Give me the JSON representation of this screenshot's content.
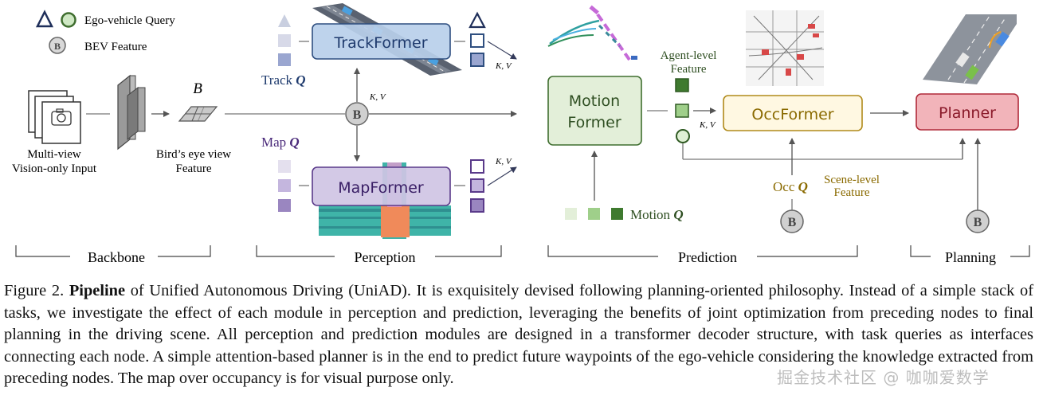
{
  "legend": {
    "ego_query": "Ego-vehicle Query",
    "bev_feature": "BEV Feature"
  },
  "backbone": {
    "input_label_1": "Multi-view",
    "input_label_2": "Vision-only Input",
    "bev_symbol": "B",
    "bev_label_1": "Bird’s eye view",
    "bev_label_2": "Feature"
  },
  "perception": {
    "track_former": "TrackFormer",
    "track_query": "Track",
    "map_former": "MapFormer",
    "map_query": "Map",
    "query_symbol": "Q",
    "kv": "K, V",
    "bev_node": "B"
  },
  "prediction": {
    "motion_former_1": "Motion",
    "motion_former_2": "Former",
    "motion_query": "Motion",
    "agent_level_1": "Agent-level",
    "agent_level_2": "Feature",
    "occ_former": "OccFormer",
    "occ_query": "Occ",
    "scene_level_1": "Scene-level",
    "scene_level_2": "Feature",
    "bev_node": "B"
  },
  "planning": {
    "planner": "Planner",
    "bev_node": "B"
  },
  "sections": {
    "backbone": "Backbone",
    "perception": "Perception",
    "prediction": "Prediction",
    "planning": "Planning"
  },
  "caption": {
    "prefix": "Figure 2. ",
    "bold": "Pipeline",
    "text": " of Unified Autonomous Driving (UniAD). It is exquisitely devised following planning-oriented philosophy. Instead of a simple stack of tasks, we investigate the effect of each module in perception and prediction, leveraging the benefits of joint optimization from preceding nodes to final planning in the driving scene. All perception and prediction modules are designed in a transformer decoder structure, with task queries as interfaces connecting each node. A simple attention-based planner is in the end to predict future waypoints of the ego-vehicle considering the knowledge extracted from preceding nodes. The map over occupancy is for visual purpose only."
  },
  "watermark": "掘金技术社区 @ 咖咖爱数学",
  "colors": {
    "track": "#1f3b6e",
    "map": "#4a2a7a",
    "motion": "#3f6e2f",
    "occ": "#8a6a00",
    "planner": "#b02a3a"
  }
}
